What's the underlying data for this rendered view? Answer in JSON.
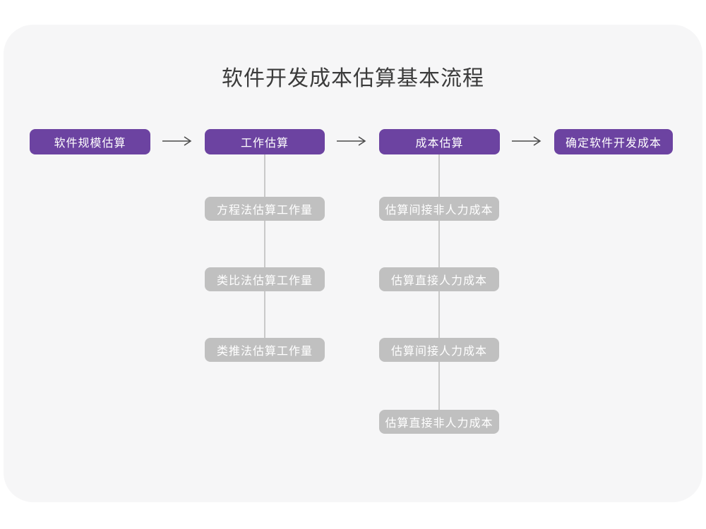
{
  "title": "软件开发成本估算基本流程",
  "flow": {
    "main_steps": [
      "软件规模估算",
      "工作估算",
      "成本估算",
      "确定软件开发成本"
    ],
    "work_estimation_methods": [
      "方程法估算工作量",
      "类比法估算工作量",
      "类推法估算工作量"
    ],
    "cost_estimation_steps": [
      "估算间接非人力成本",
      "估算直接人力成本",
      "估算间接人力成本",
      "估算直接非人力成本"
    ]
  },
  "colors": {
    "canvas-bg": "#ffffff",
    "card-bg": "#f6f6f7",
    "step-purple": "#6c43a1",
    "substep-gray": "#c0c0c0",
    "connector-gray": "#c9c9c9",
    "arrow-dark": "#4a4a4a",
    "title-text": "#3b3b3b",
    "box-text": "#ffffff"
  }
}
